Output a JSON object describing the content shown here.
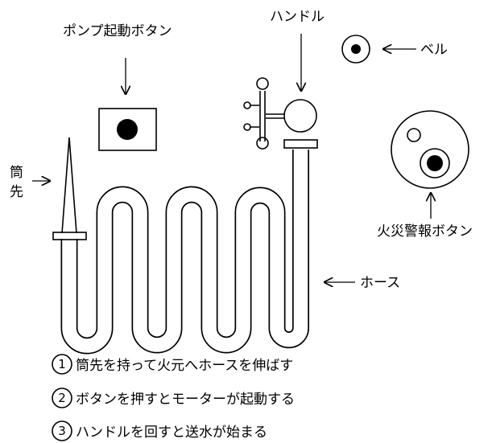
{
  "labels": {
    "pump_button": "ポンプ起動ボタン",
    "handle": "ハンドル",
    "bell": "ベル",
    "nozzle_line1": "筒",
    "nozzle_line2": "先",
    "alarm_button": "火災警報ボタン",
    "hose": "ホース"
  },
  "steps": [
    {
      "number": "1",
      "text": "筒先を持って火元へホースを伸ばす"
    },
    {
      "number": "2",
      "text": "ボタンを押すとモーターが起動する"
    },
    {
      "number": "3",
      "text": "ハンドルを回すと送水が始まる"
    }
  ],
  "colors": {
    "ink": "#000000",
    "paper": "#ffffff"
  },
  "icons": {
    "pump_button": "square-button-icon",
    "bell": "bell-icon",
    "alarm_button": "alarm-button-icon",
    "handle": "valve-handle-icon",
    "nozzle": "nozzle-icon",
    "hose": "hose-icon"
  }
}
